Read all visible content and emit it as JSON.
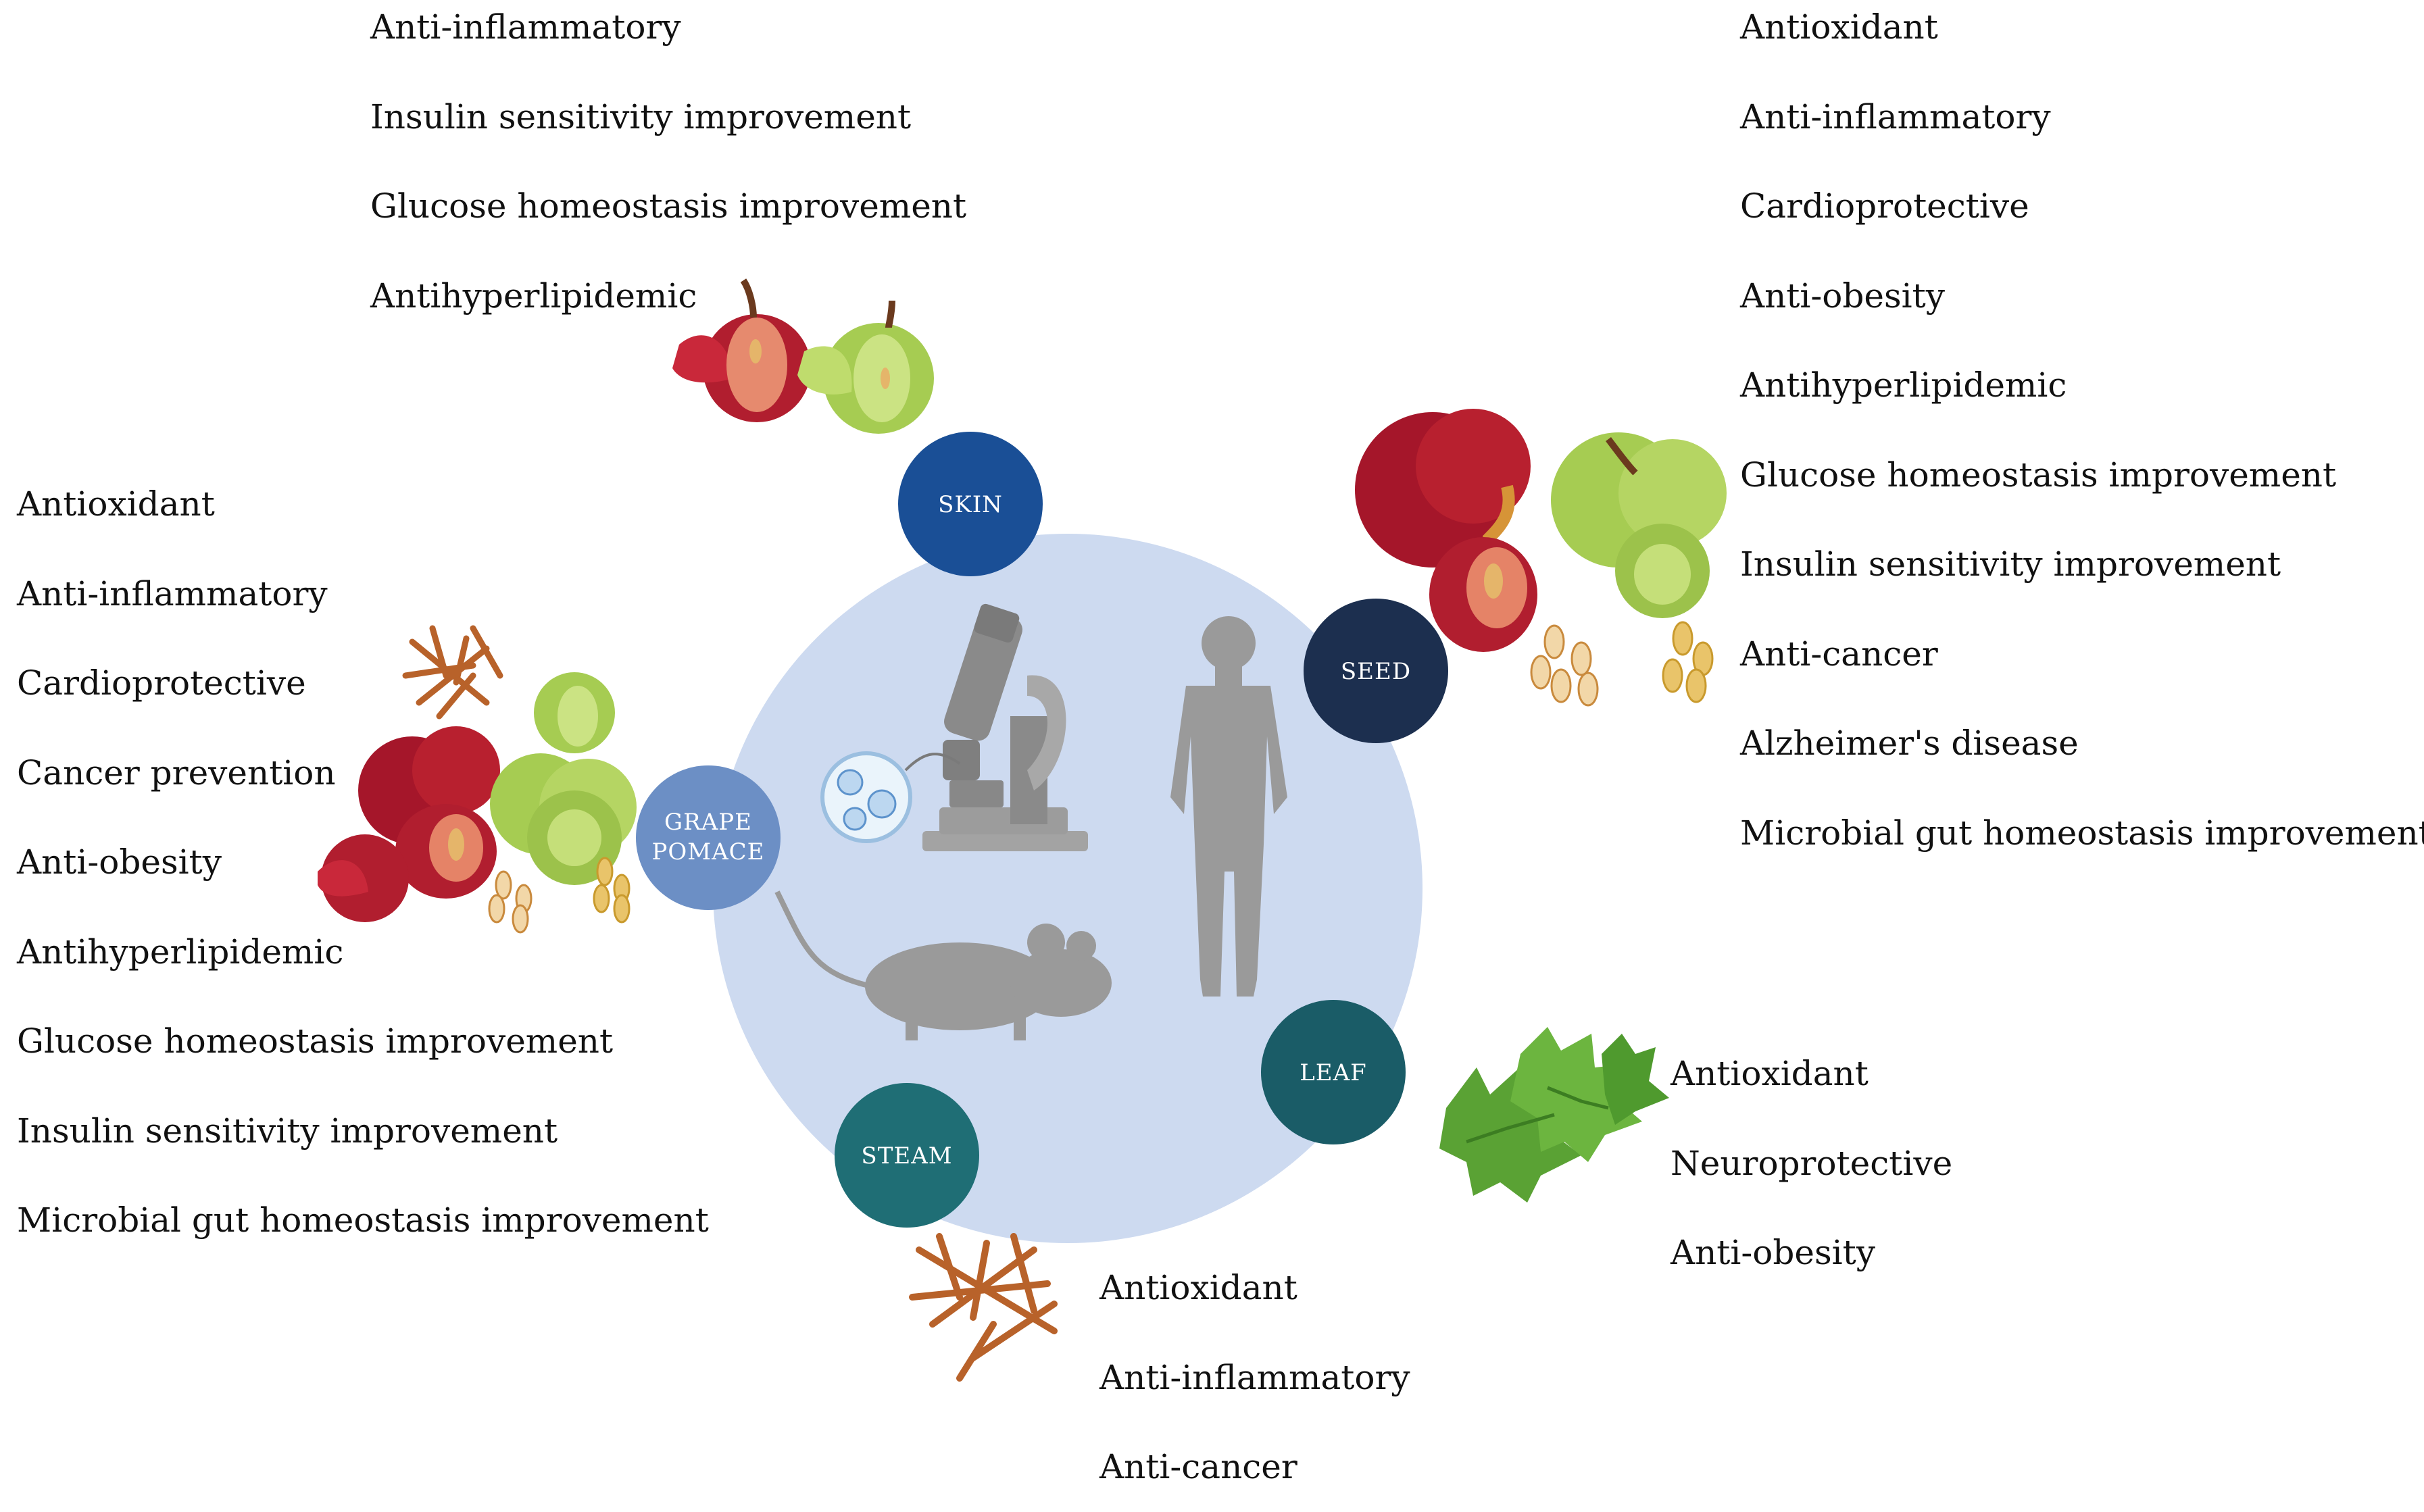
{
  "colors": {
    "hub": "#cddaf0",
    "skin": "#1a4f96",
    "seed": "#1c2f4f",
    "grape_pomace": "#6c8fc5",
    "steam": "#1f6e75",
    "leaf": "#1a5c67",
    "silhouette": "#9a9a9a",
    "red_grape": "#b11e2f",
    "green_grape": "#a6cc52",
    "stem": "#b8622a",
    "leaf_green": "#5aa234"
  },
  "center": {
    "icons": [
      "microscope-icon",
      "petri-dish-icon",
      "mouse-icon",
      "human-silhouette-icon"
    ]
  },
  "nodes": {
    "skin": {
      "label": "SKIN"
    },
    "seed": {
      "label": "SEED"
    },
    "grape_pomace": {
      "label_line1": "GRAPE",
      "label_line2": "POMACE"
    },
    "steam": {
      "label": "STEAM"
    },
    "leaf": {
      "label": "LEAF"
    }
  },
  "lists": {
    "skin": [
      "Anti-inflammatory",
      "Insulin sensitivity improvement",
      "Glucose homeostasis improvement",
      "Antihyperlipidemic"
    ],
    "seed": [
      "Antioxidant",
      "Anti-inflammatory",
      "Cardioprotective",
      "Anti-obesity",
      "Antihyperlipidemic",
      "Glucose homeostasis improvement",
      "Insulin sensitivity improvement",
      "Anti-cancer",
      "Alzheimer's disease",
      "Microbial gut homeostasis improvement"
    ],
    "grape_pomace": [
      "Antioxidant",
      "Anti-inflammatory",
      "Cardioprotective",
      "Cancer prevention",
      "Anti-obesity",
      "Antihyperlipidemic",
      "Glucose homeostasis improvement",
      "Insulin sensitivity improvement",
      "Microbial gut homeostasis improvement"
    ],
    "steam": [
      "Antioxidant",
      "Anti-inflammatory",
      "Anti-cancer"
    ],
    "leaf": [
      "Antioxidant",
      "Neuroprotective",
      "Anti-obesity"
    ]
  }
}
